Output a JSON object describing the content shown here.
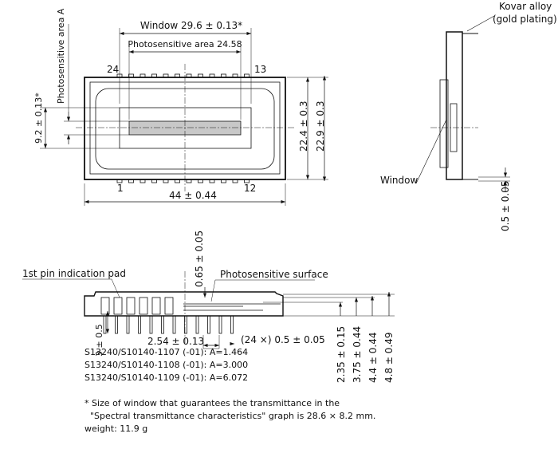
{
  "top_view": {
    "window_dim": "Window 29.6 ± 0.13*",
    "photosensitive_dim": "Photosensitive area 24.58",
    "area_a_label": "Photosensitive area A",
    "height_dim_left": "9.2 ± 0.13*",
    "pin_24": "24",
    "pin_13": "13",
    "pin_1": "1",
    "pin_12": "12",
    "width_dim": "44 ± 0.44",
    "height_dim_inner": "22.4 ± 0.3",
    "height_dim_outer": "22.9 ± 0.3",
    "photosensitive_color": "#c8c8c8"
  },
  "side_view": {
    "kovar_label": "Kovar alloy",
    "plating_label": "(gold plating)",
    "window_label": "Window",
    "thickness_dim": "0.5 ± 0.05"
  },
  "front_view": {
    "pin_pad_label": "1st pin indication pad",
    "surface_label": "Photosensitive surface",
    "surface_depth_dim": "0.65 ± 0.05",
    "pin_length_dim": "3 ± 0.5",
    "pitch_dim": "2.54 ± 0.13",
    "pin_width_dim": "(24 ×) 0.5 ± 0.05",
    "dims_right": [
      "2.35 ± 0.15",
      "3.75 ± 0.44",
      "4.4 ± 0.44",
      "4.8 ± 0.49"
    ]
  },
  "notes": {
    "models": [
      "S13240/S10140-1107 (-01): A=1.464",
      "S13240/S10140-1108 (-01): A=3.000",
      "S13240/S10140-1109 (-01): A=6.072"
    ],
    "footnote_1": "* Size of window that guarantees the transmittance in the",
    "footnote_2": "  \"Spectral transmittance characteristics\" graph is 28.6 × 8.2 mm.",
    "weight": "weight: 11.9 g"
  }
}
